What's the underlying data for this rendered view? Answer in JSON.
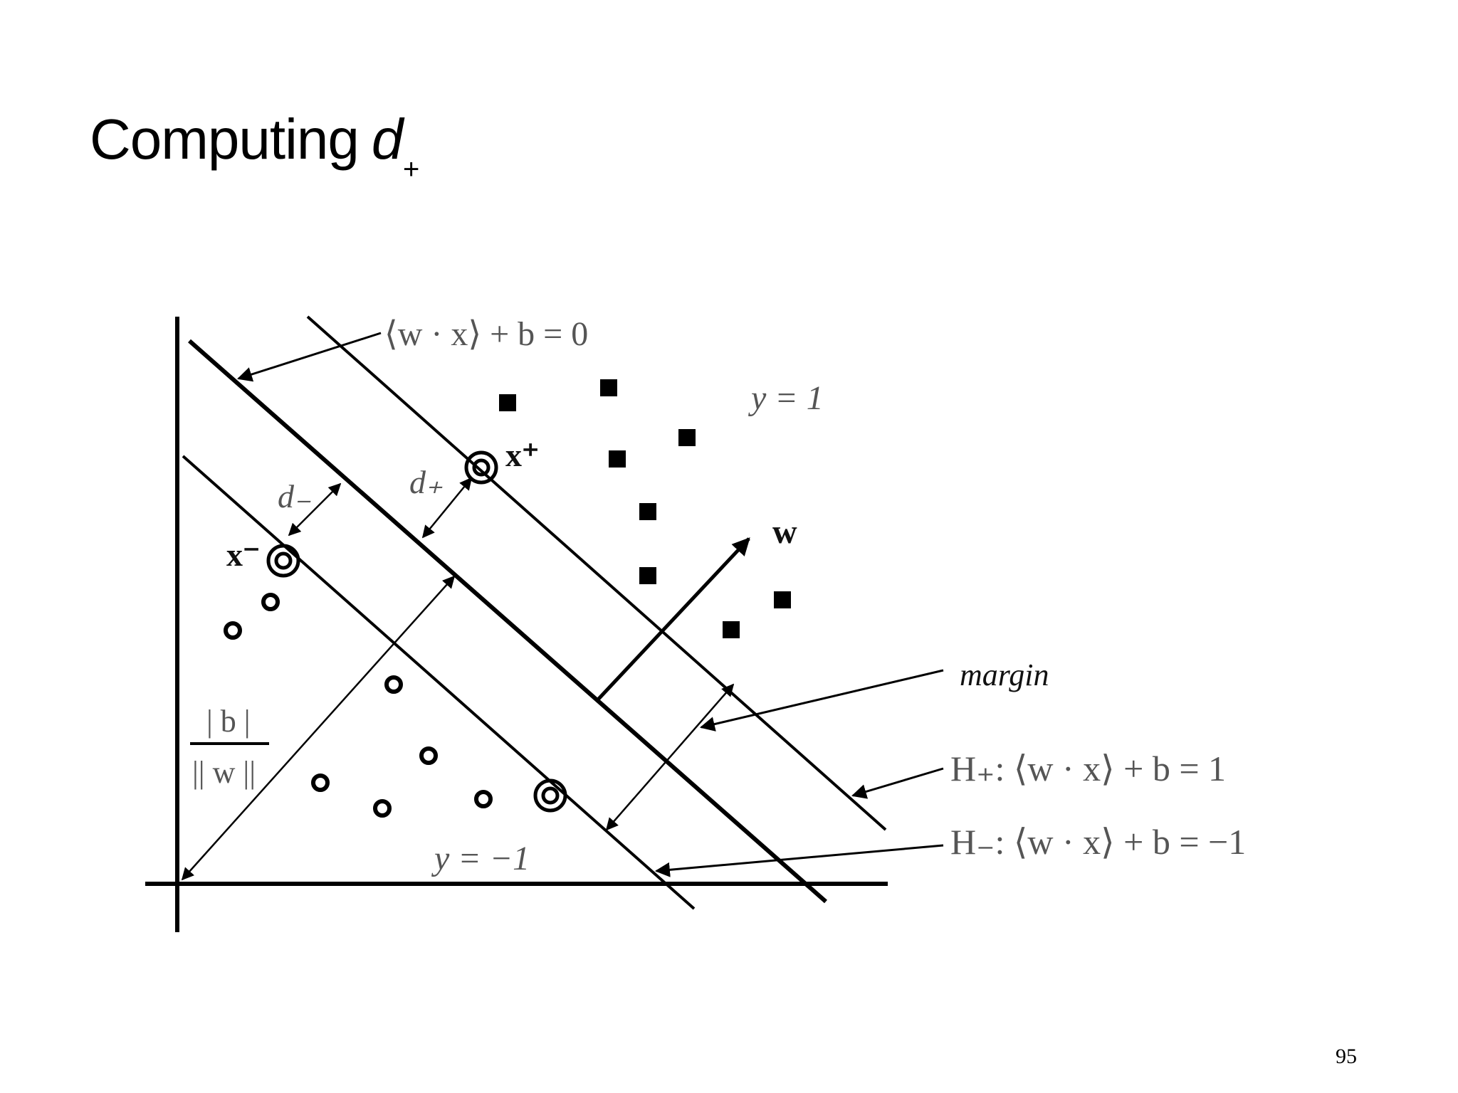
{
  "slide": {
    "title_text": "Computing",
    "title_var": "d",
    "title_sub": "+",
    "page_number": "95"
  },
  "diagram": {
    "eq_hyperplane": "⟨w · x⟩ + b = 0",
    "label_y_pos": "y = 1",
    "label_y_neg": "y = −1",
    "label_x_plus": "x⁺",
    "label_x_minus": "x⁻",
    "label_d_plus": "d₊",
    "label_d_minus": "d₋",
    "label_w": "w",
    "label_margin": "margin",
    "label_h_plus": "H₊: ⟨w · x⟩ + b = 1",
    "label_h_minus": "H₋: ⟨w · x⟩ + b = −1",
    "frac_numerator": "| b |",
    "frac_denominator": "|| w ||"
  }
}
